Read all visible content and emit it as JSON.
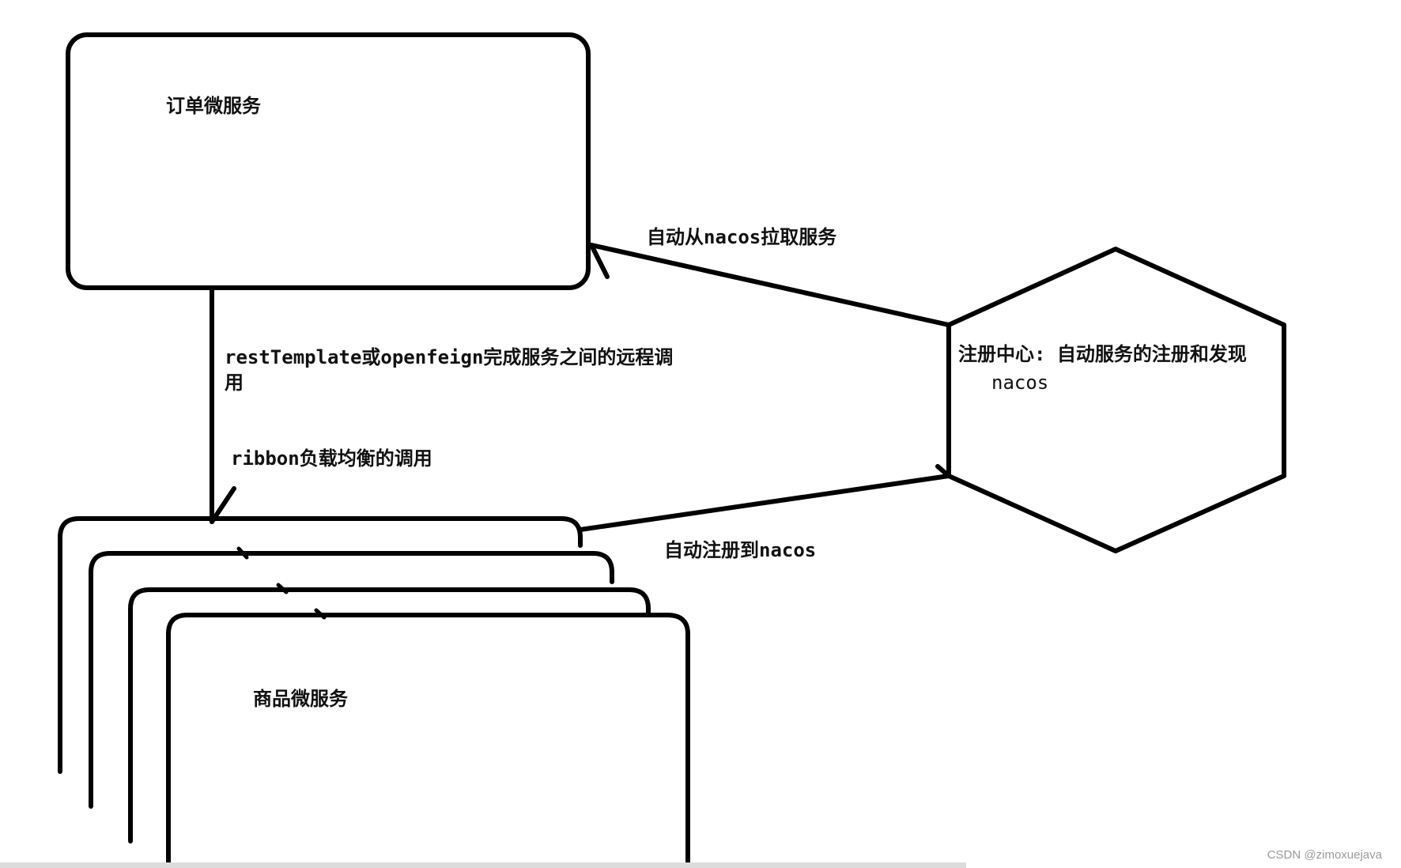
{
  "nodes": {
    "order_service": "订单微服务",
    "product_service": "商品微服务",
    "registry": "注册中心: 自动服务的注册和发现",
    "registry_name": "nacos"
  },
  "edges": {
    "remote_call": "restTemplate或openfeign完成服务之间的远程调用",
    "load_balance": "ribbon负载均衡的调用",
    "pull": "自动从nacos拉取服务",
    "register": "自动注册到nacos"
  },
  "watermark": "CSDN @zimoxuejava",
  "colors": {
    "stroke": "#000000",
    "text": "#111111",
    "watermark": "#9a9a9a"
  }
}
